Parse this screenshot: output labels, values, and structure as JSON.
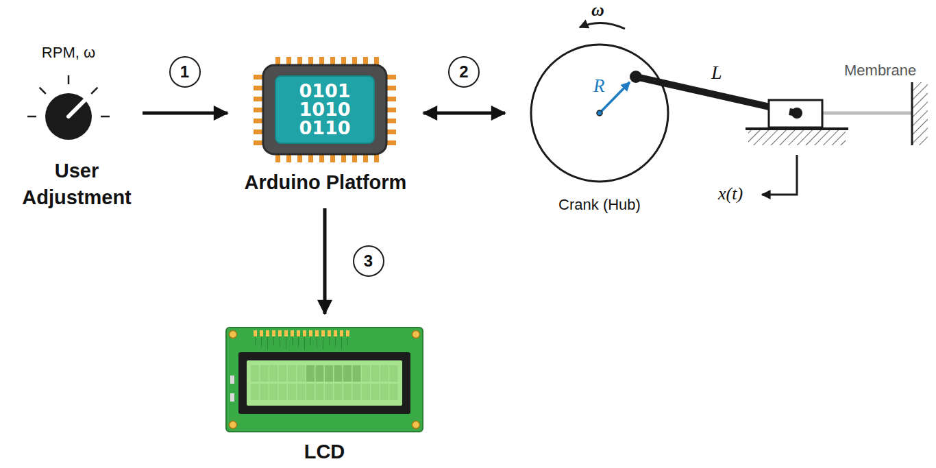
{
  "diagram": {
    "nodes": [
      {
        "text": [
          "RPM, ω",
          "User Adjustment"
        ]
      },
      {
        "text": [
          "0101 1010 0110",
          "Arduino Platform"
        ]
      },
      {
        "text": [
          "Crank (Hub)"
        ]
      },
      {
        "text": [
          "LCD"
        ]
      }
    ],
    "edges": [
      {
        "from": 0,
        "to": 1,
        "arrow": "to",
        "label": "1"
      },
      {
        "from": 1,
        "to": 2,
        "arrow": "both",
        "label": "2"
      },
      {
        "from": 1,
        "to": 3,
        "arrow": "to",
        "label": "3"
      }
    ],
    "labels": [
      "ω",
      "R",
      "L",
      "Membrane",
      "x(t)"
    ]
  }
}
